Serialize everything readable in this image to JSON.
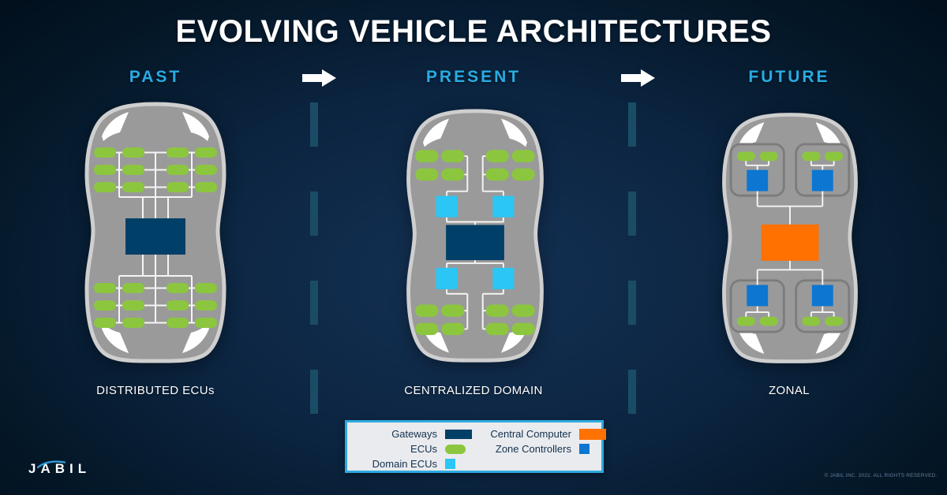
{
  "title": "EVOLVING VEHICLE ARCHITECTURES",
  "stages": [
    {
      "header": "PAST",
      "caption": "DISTRIBUTED ECUs"
    },
    {
      "header": "PRESENT",
      "caption": "CENTRALIZED DOMAIN"
    },
    {
      "header": "FUTURE",
      "caption": "ZONAL"
    }
  ],
  "legend": {
    "items": [
      {
        "label": "Gateways",
        "color": "#003F68"
      },
      {
        "label": "ECUs",
        "color": "#8CC63F"
      },
      {
        "label": "Domain ECUs",
        "color": "#2BC6F4"
      },
      {
        "label": "Central Computer",
        "color": "#FF7100"
      },
      {
        "label": "Zone Controllers",
        "color": "#0C76D1"
      }
    ]
  },
  "footer": {
    "logo_text": "JABIL",
    "copyright": "© JABIL INC. 2022. ALL RIGHTS RESERVED."
  },
  "colors": {
    "accent_blue": "#29ABE2",
    "background_dark": "#02101E",
    "car_body": "#9A9A9A",
    "car_outline": "#CFCFCF",
    "wiring": "#FFFFFF",
    "divider_dash": "#1B4C66"
  }
}
